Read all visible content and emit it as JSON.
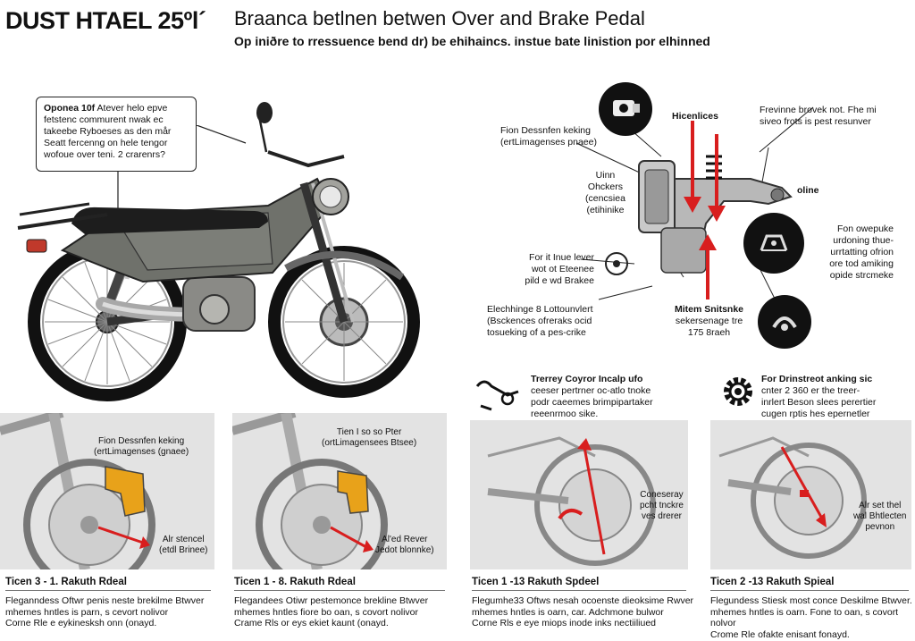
{
  "header": {
    "title_main": "DUST HTAEL 25ºl´",
    "title_right": "Braanca betlnen betwen Over and Brake Pedal",
    "subtitle": "Op iniðre to rressuence bend dr) be ehihaincs. instue bate linistion por elhinned"
  },
  "callout": {
    "line1": "Oponea 10f",
    "line1b": "Atever helo epve",
    "line2": "fetstenc commurent nwak ec",
    "line3": "takeebe Ryboeses as den mår",
    "line4": "Seatt fercenng on hele tengor",
    "line5": "wofoue over teni. 2 crarenrs?"
  },
  "diagram": {
    "front_label": {
      "l1": "Fion Dessnfen keking",
      "l2": "(ertLimagenses pnaee)"
    },
    "hicenlices": "Hicenlices",
    "top_right": {
      "l1": "Frevinne brovek not. Fhe mi",
      "l2": "siveo frots is pest resunver"
    },
    "uinn": {
      "l1": "Uinn",
      "l2": "Ohckers",
      "l3": "(cencsiea",
      "l4": "(etihinike"
    },
    "oline": "oline",
    "right_mid": {
      "l1": "Fon owepuke",
      "l2": "urdoning thue-",
      "l3": "urrtatting ofrion",
      "l4": "ore tod amiking",
      "l5": "opide strcmeke"
    },
    "lever": {
      "l1": "For it Inue lever",
      "l2": "wot ot Eteenee",
      "l3": "pild e wd Brakee"
    },
    "electrange": {
      "l1": "Elechhinge 8 Lottounvlert",
      "l2": "(Bsckences ofreraks ocid",
      "l3": "tosueking of a pes-crike"
    },
    "miten": {
      "l1": "Mitem Snitsnke",
      "l2": "sekersenage tre",
      "l3": "175 8raeh"
    }
  },
  "mid_notes": {
    "left": {
      "l1": "Trerrey Coyror Incalp ufo",
      "l2": "ceeser pertrner oc-atlo tnoke",
      "l3": "podr caeemes brimpipartaker",
      "l4": "reeenrmoo sike."
    },
    "right": {
      "l1": "For Drinstreot anking sic",
      "l2": "cnter 2 360 er the treer-",
      "l3": "inrlert Beson slees perertier",
      "l4": "cugen rptis hes epernetler"
    }
  },
  "panels": [
    {
      "label_top": "Fion Dessnfen keking",
      "label_top2": "(ertLimagenses (gnaee)",
      "label_bot": "Alr stencel",
      "label_bot2": "(etdl Brinee)",
      "cap_title": "Ticen 3    - 1. Rakuth Rdeal",
      "cap_l1": "Fleganndess Oftwr penis neste brekilme Btwver",
      "cap_l2": "mhemes hntles  is parn, s cevort nolivor",
      "cap_l3": "Corne Rle e eykinesksh onn (onayd."
    },
    {
      "label_top": "Tien I so so Pter",
      "label_top2": "(ortLimagensees Btsee)",
      "label_bot": "Al'ed Rever",
      "label_bot2": "Jedot blonnke)",
      "cap_title": "Ticen 1    - 8. Rakuth Rdeal",
      "cap_l1": "Flegandees Otiwr pestemonce brekline Btwver",
      "cap_l2": "mhemes hntles  fiore bo oan, s covort nolivor",
      "cap_l3": "Crame Rls or eys ekiet kaunt (onayd."
    },
    {
      "label_top": "Coneseray",
      "label_top2": "pcht tnckre",
      "label_top3": "ves drerer",
      "cap_title": "Ticen 1    -13 Rakuth Spdeel",
      "cap_l1": "Flegumhe33 Oftws nesah ocoenste dieoksime Rwver",
      "cap_l2": "mhemes hntles  is oarn, car. Adchmone bulwor",
      "cap_l3": "Corne Rls  e eye miops inode inks nectiiliued"
    },
    {
      "label_top": "Alr set thel",
      "label_top2": "wal Bhtlecten",
      "label_top3": "pevnon",
      "cap_title": "Ticen 2    -13 Rakuth Spieal",
      "cap_l1": "Flegundess Stiesk most conce Deskilme Btwver.",
      "cap_l2": "mhemes hntles  is oarn.  Fone to oan, s covort nolvor",
      "cap_l3": "Crome Rle ofakte enisant fonayd."
    }
  ],
  "colors": {
    "accent": "#d81e1e",
    "caliper": "#e8a21a",
    "bike": "#6f716b",
    "panel_bg": "#e3e3e3",
    "dark": "#111111"
  }
}
